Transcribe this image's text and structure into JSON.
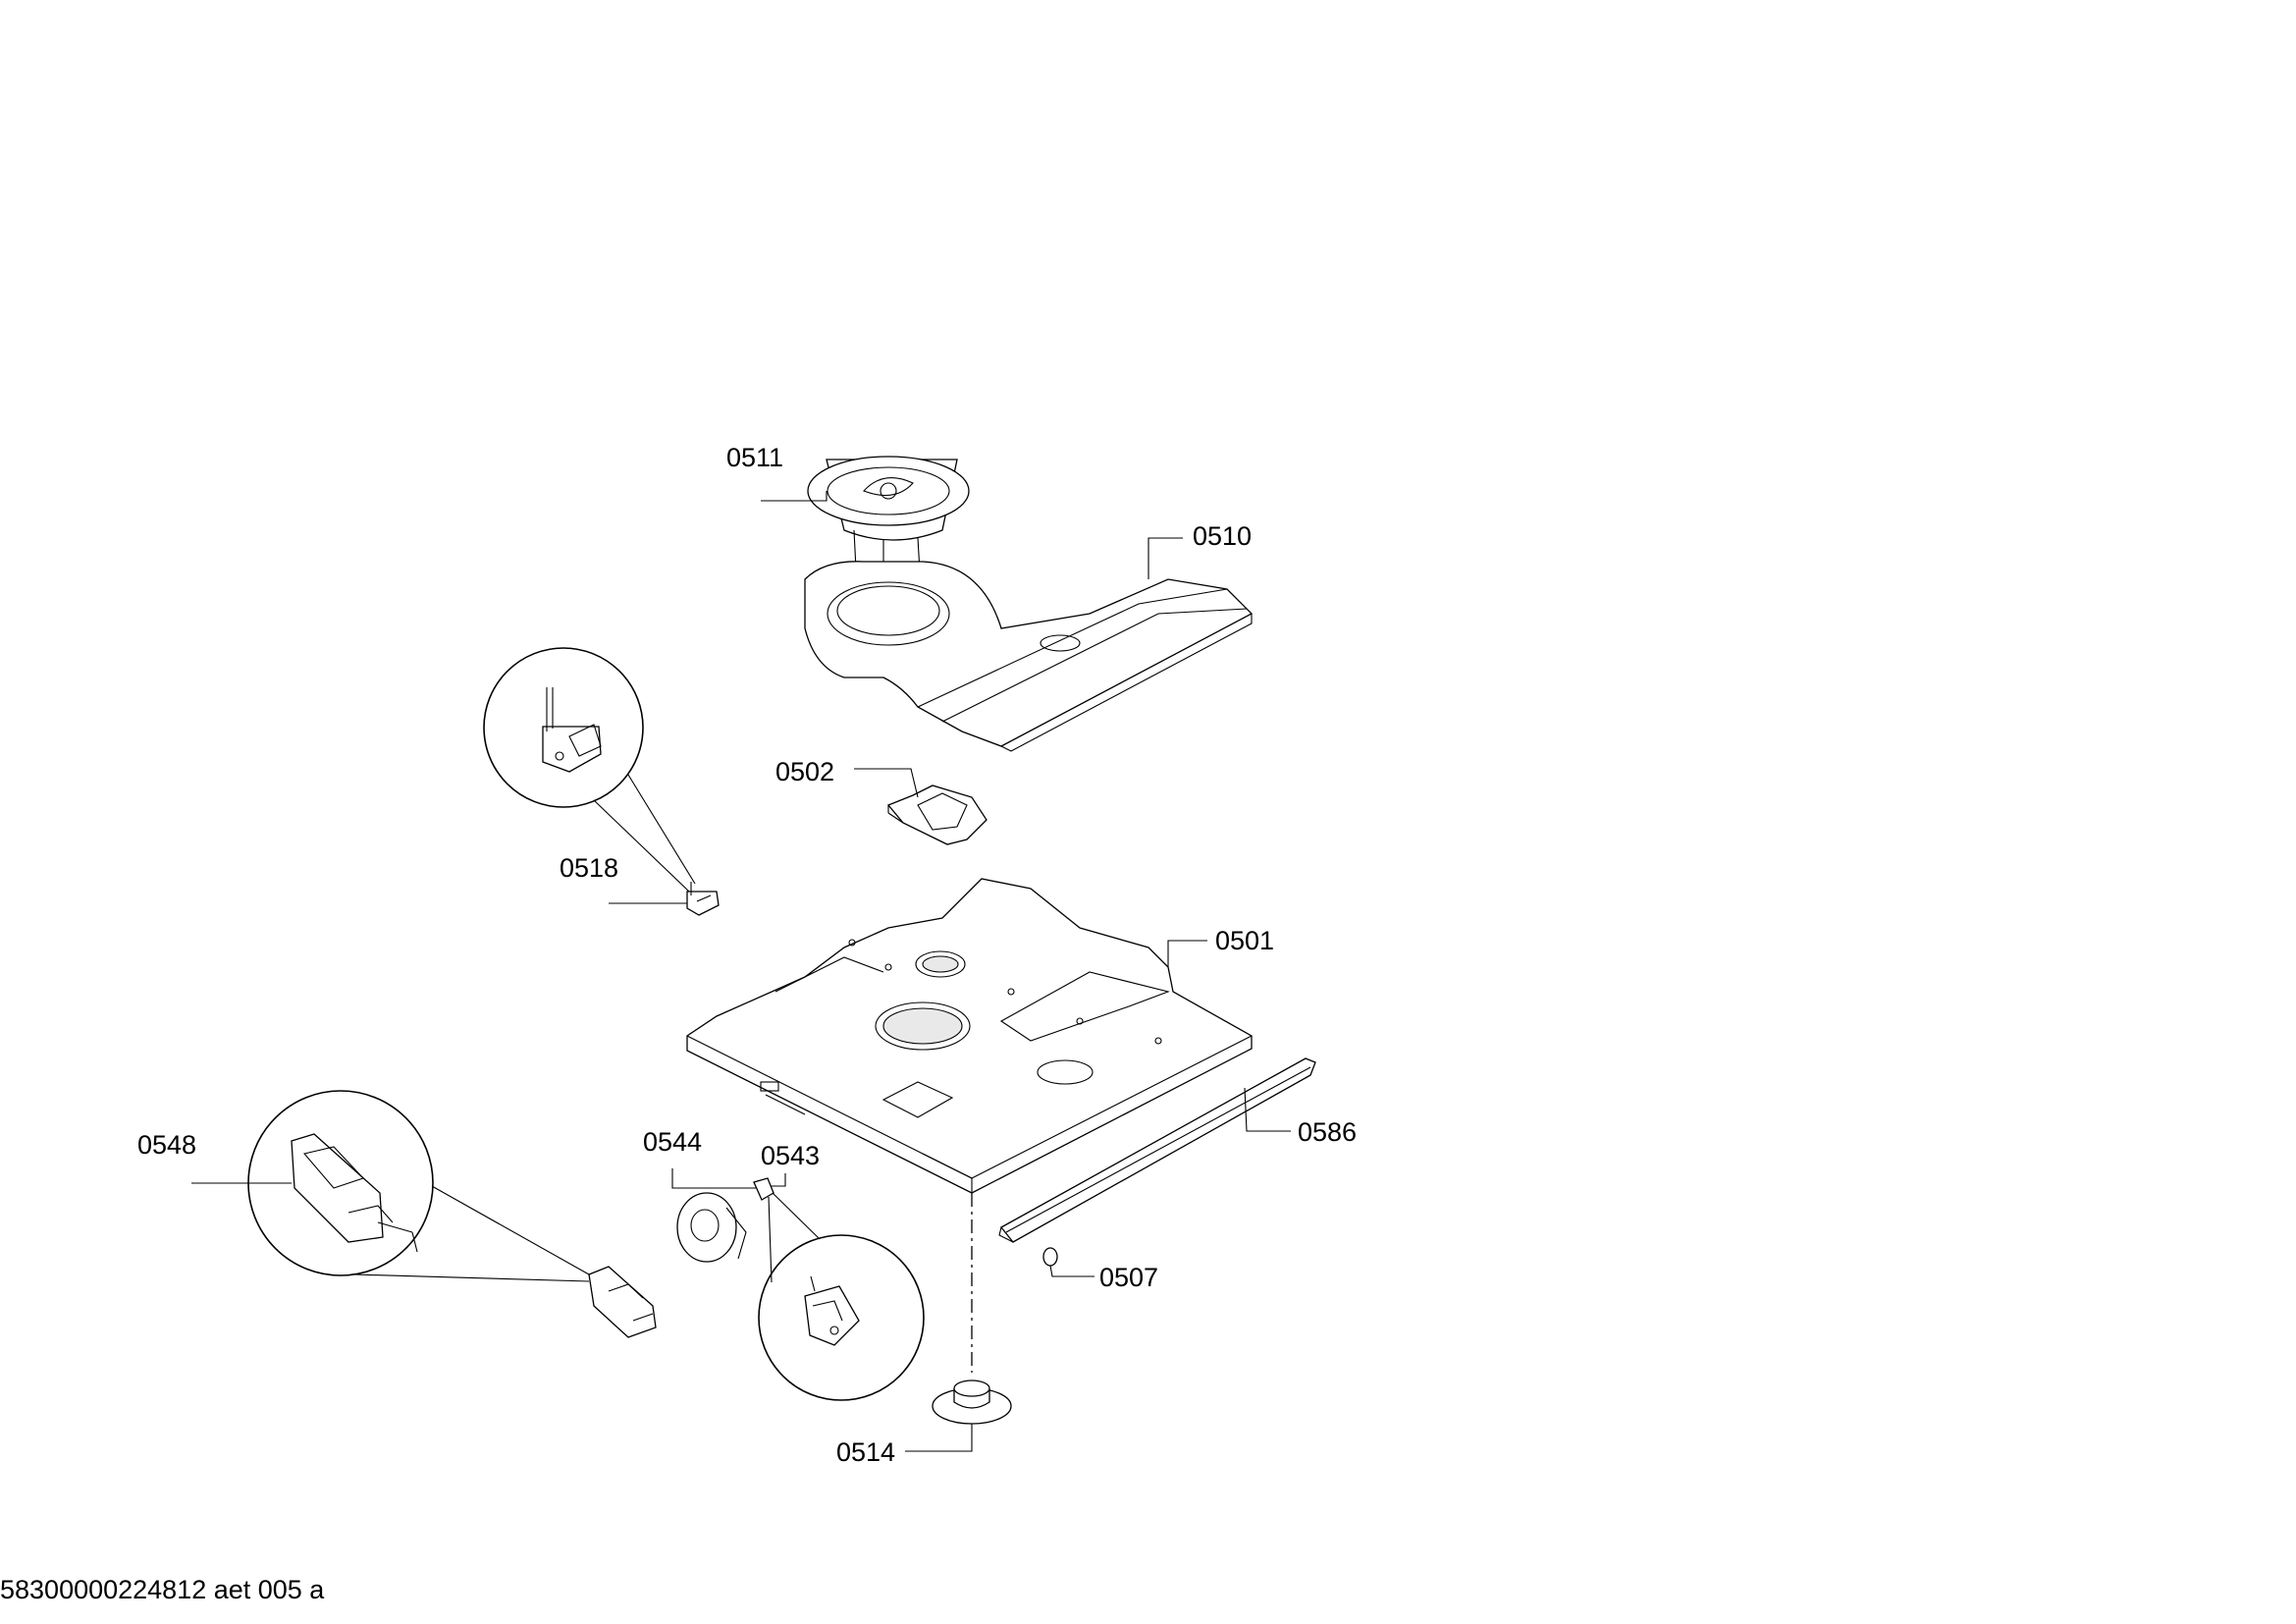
{
  "diagram": {
    "labels": {
      "p0511": "0511",
      "p0510": "0510",
      "p0502": "0502",
      "p0518": "0518",
      "p0501": "0501",
      "p0586": "0586",
      "p0548": "0548",
      "p0544": "0544",
      "p0543": "0543",
      "p0507": "0507",
      "p0514": "0514"
    },
    "footer": "58300000224812 aet 005 a"
  }
}
